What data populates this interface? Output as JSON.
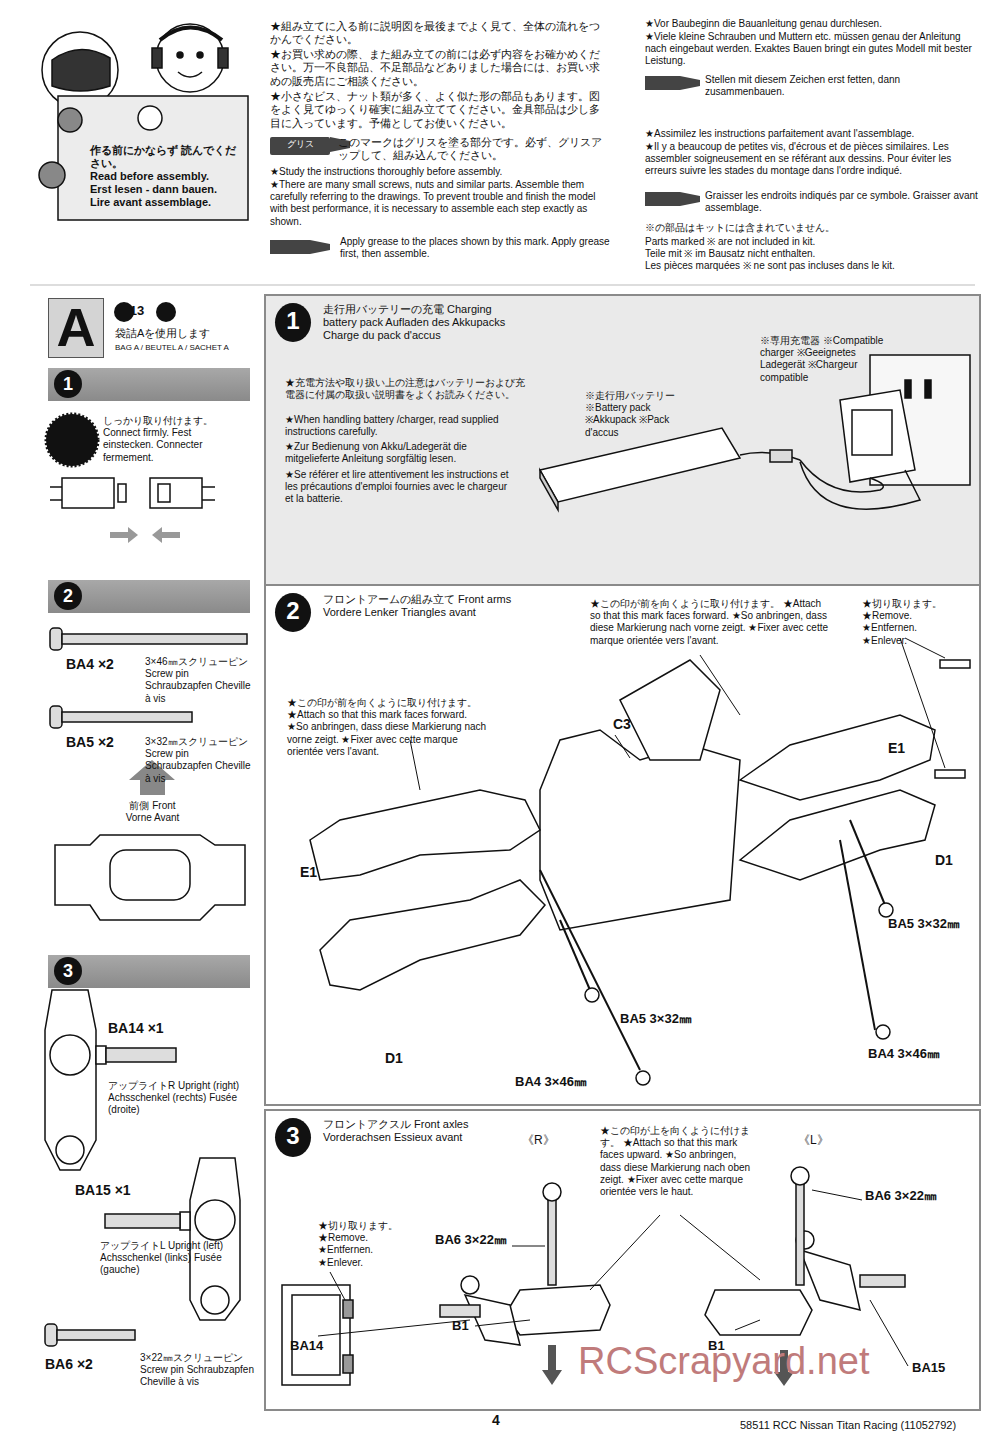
{
  "diagram": {
    "nodes": [
      {
        "text": [
          "作る前にかならず 読んでください。",
          "Read before assembly.",
          "Erst lesen - dann bauen.",
          "Lire avant assemblage."
        ]
      },
      {
        "text": [
          "グリス"
        ]
      },
      {
        "text": [
          "A"
        ]
      },
      {
        "text": [
          "1"
        ]
      },
      {
        "text": [
          "2"
        ]
      },
      {
        "text": [
          "3"
        ]
      },
      {
        "text": [
          "走行用バッテリーの充電 Charging battery pack Aufladen des Akkupacks Charge du pack d'accus"
        ]
      },
      {
        "text": [
          "1"
        ],
        "in": 6
      },
      {
        "text": [
          "フロントアームの組み立て Front arms Vordere Lenker Triangles avant"
        ]
      },
      {
        "text": [
          "2"
        ],
        "in": 8
      },
      {
        "text": [
          "フロントアクスル Front axles Vorderachsen Essieux avant"
        ]
      },
      {
        "text": [
          "3"
        ],
        "in": 10
      }
    ],
    "labels": [
      "★組み立てに入る前に説明図を最後までよく見て、全体の流れをつかんでください。",
      "★お買い求めの際、また組み立ての前には必ず内容をお確かめください。万一不良部品、不足部品などありました場合には、お買い求めの販売店にご相談ください。",
      "★小さなビス、ナット類が多く、よく似た形の部品もあります。図をよく見てゆっくり確実に組み立ててください。金具部品は少し多目に入っています。予備としてお使いください。",
      "このマークはグリスを塗る部分です。必ず、グリスアップして、組み込んでください。",
      "★Study the instructions thoroughly before assembly.",
      "★There are many small screws, nuts and similar parts. Assemble them carefully referring to the drawings. To prevent trouble and finish the model with best performance, it is necessary to assemble each step exactly as shown.",
      "Apply grease to the places shown by this mark. Apply grease first, then assemble.",
      "★Vor Baubeginn die Bauanleitung genau durchlesen.",
      "★Viele kleine Schrauben und Muttern etc. müssen genau der Anleitung nach eingebaut werden. Exaktes Bauen bringt ein gutes Modell mit bester Leistung.",
      "Stellen mit diesem Zeichen erst fetten, dann zusammenbauen.",
      "★Assimilez les instructions parfaitement avant l'assemblage.",
      "★Il y a beaucoup de petites vis, d'écrous et de pièces similaires. Les assembler soigneusement en se référant aux dessins. Pour éviter les erreurs suivre les stades du montage dans l'ordre indiqué.",
      "Graisser les endroits indiqués par ce symbole. Graisser avant assemblage.",
      "※の部品はキットには含まれていません。",
      "Parts marked ※ are not included in kit.",
      "Teile mit ※ im Bausatz nicht enthalten.",
      "Les pièces marquées ※ ne sont pas incluses dans le kit.",
      "1~13",
      "袋詰Aを使用します",
      "BAG A / BEUTEL A / SACHET A",
      "しっかり取り付けます。 Connect firmly. Fest einstecken. Connecter fermement.",
      "BA4 ×2",
      "3×46㎜スクリューピン Screw pin Schraubzapfen Cheville à vis",
      "BA5 ×2",
      "3×32㎜スクリューピン Screw pin Schraubzapfen Cheville à vis",
      "前側 Front Vorne Avant",
      "BA14 ×1",
      "アップライトR Upright (right) Achsschenkel (rechts) Fusée (droite)",
      "BA15 ×1",
      "アップライトL Upright (left) Achsschenkel (links) Fusée (gauche)",
      "BA6 ×2",
      "3×22㎜スクリューピン Screw pin Schraubzapfen Cheville à vis",
      "★充電方法や取り扱い上の注意はバッテリーおよび充電器に付属の取扱い説明書をよくお読みください。",
      "★When handling battery /charger, read supplied instructions carefully.",
      "★Zur Bedienung von Akku/Ladegerät die mitgelieferte Anleitung sorgfältig lesen.",
      "★Se référer et lire attentivement les instructions et les précautions d'emploi fournies avec le chargeur et la batterie.",
      "※走行用バッテリー ※Battery pack ※Akkupack ※Pack d'accus",
      "※専用充電器 ※Compatible charger ※Geeignetes Ladegerät ※Chargeur compatible",
      "★この印が前を向くように取り付けます。 ★Attach so that this mark faces forward. ★So anbringen, dass diese Markierung nach vorne zeigt. ★Fixer avec cette marque orientée vers l'avant.",
      "★この印が前を向くように取り付けます。 ★Attach so that this mark faces forward. ★So anbringen, dass diese Markierung nach vorne zeigt. ★Fixer avec cette marque orientée vers l'avant.",
      "★切り取ります。 ★Remove. ★Entfernen. ★Enlever.",
      "C3",
      "E1",
      "E1",
      "D1",
      "BA5 3×32㎜",
      "BA5 3×32㎜",
      "BA4 3×46㎜",
      "D1",
      "BA4 3×46㎜",
      "《R》",
      "★この印が上を向くように付けます。 ★Attach so that this mark faces upward. ★So anbringen, dass diese Markierung nach oben zeigt. ★Fixer avec cette marque orientée vers le haut.",
      "《L》",
      "BA6 3×22㎜",
      "BA6 3×22㎜",
      "★切り取ります。 ★Remove. ★Entfernen. ★Enlever.",
      "BA14",
      "B1",
      "B1",
      "BA15",
      "RCScrapyard.net",
      "4",
      "58511 RCC Nissan Titan Racing (11052792)"
    ]
  }
}
